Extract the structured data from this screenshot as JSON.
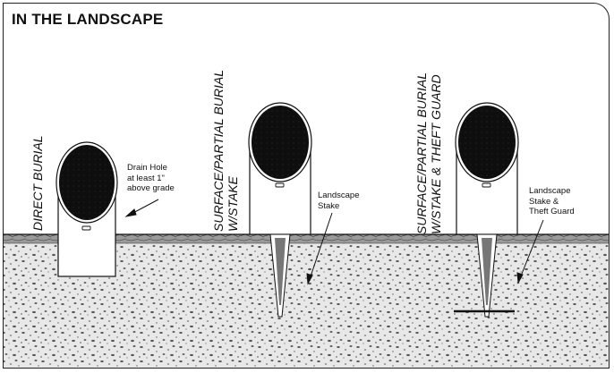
{
  "title": "IN THE LANDSCAPE",
  "installations": [
    {
      "method_label": "DIRECT BURIAL",
      "callout": "Drain Hole\nat least 1\"\nabove grade"
    },
    {
      "method_label": "SURFACE/PARTIAL BURIAL\nW/STAKE",
      "callout": "Landscape\nStake"
    },
    {
      "method_label": "SURFACE/PARTIAL BURIAL\nW/STAKE & THEFT GUARD",
      "callout": "Landscape\nStake &\nTheft Guard"
    }
  ],
  "colors": {
    "ink": "#111111",
    "soil": "#e6e6e6",
    "grass": "#8a8a8a",
    "grille": "#0e0e0e"
  },
  "icons": [
    "speaker-unit",
    "landscape-stake",
    "theft-guard",
    "drain-hole",
    "leader-arrow"
  ]
}
